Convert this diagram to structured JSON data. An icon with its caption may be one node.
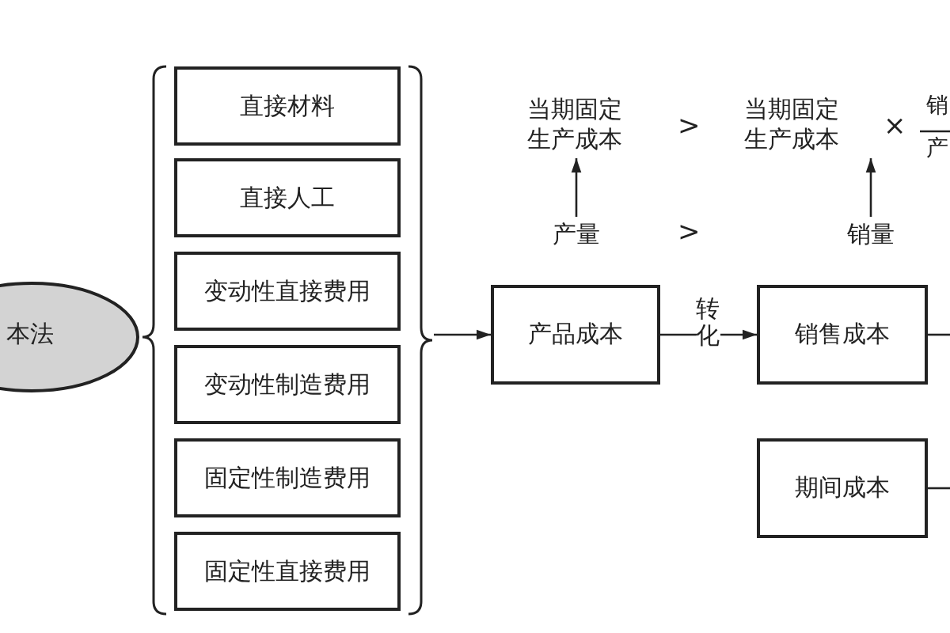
{
  "diagram": {
    "nodes": [
      {
        "text": [
          "本法"
        ]
      },
      {
        "text": [
          "直接材料"
        ]
      },
      {
        "text": [
          "直接人工"
        ]
      },
      {
        "text": [
          "变动性直接费用"
        ]
      },
      {
        "text": [
          "变动性制造费用"
        ]
      },
      {
        "text": [
          "固定性制造费用"
        ]
      },
      {
        "text": [
          "固定性直接费用"
        ]
      },
      {
        "text": [
          "产品成本"
        ]
      },
      {
        "text": [
          "销售成本"
        ]
      },
      {
        "text": [
          "期间成本"
        ]
      },
      {
        "text": [
          "产量"
        ]
      },
      {
        "text": [
          "当期固定生产成本"
        ]
      },
      {
        "text": [
          "销量"
        ]
      },
      {
        "text": [
          "当期固定生产成本"
        ]
      },
      {
        "text": [],
        "shape": "brace"
      }
    ],
    "edges": [
      {
        "from": 14,
        "to": 7,
        "arrow": "to"
      },
      {
        "from": 7,
        "to": 8,
        "arrow": "to",
        "label": "转化"
      },
      {
        "from": 10,
        "to": 11,
        "arrow": "to"
      },
      {
        "from": 12,
        "to": 13,
        "arrow": "to"
      },
      {
        "from": 8,
        "to": null,
        "arrow": "none"
      },
      {
        "from": 9,
        "to": null,
        "arrow": "none"
      }
    ],
    "labels": [
      ">",
      "×",
      "销",
      "产",
      ">"
    ]
  }
}
